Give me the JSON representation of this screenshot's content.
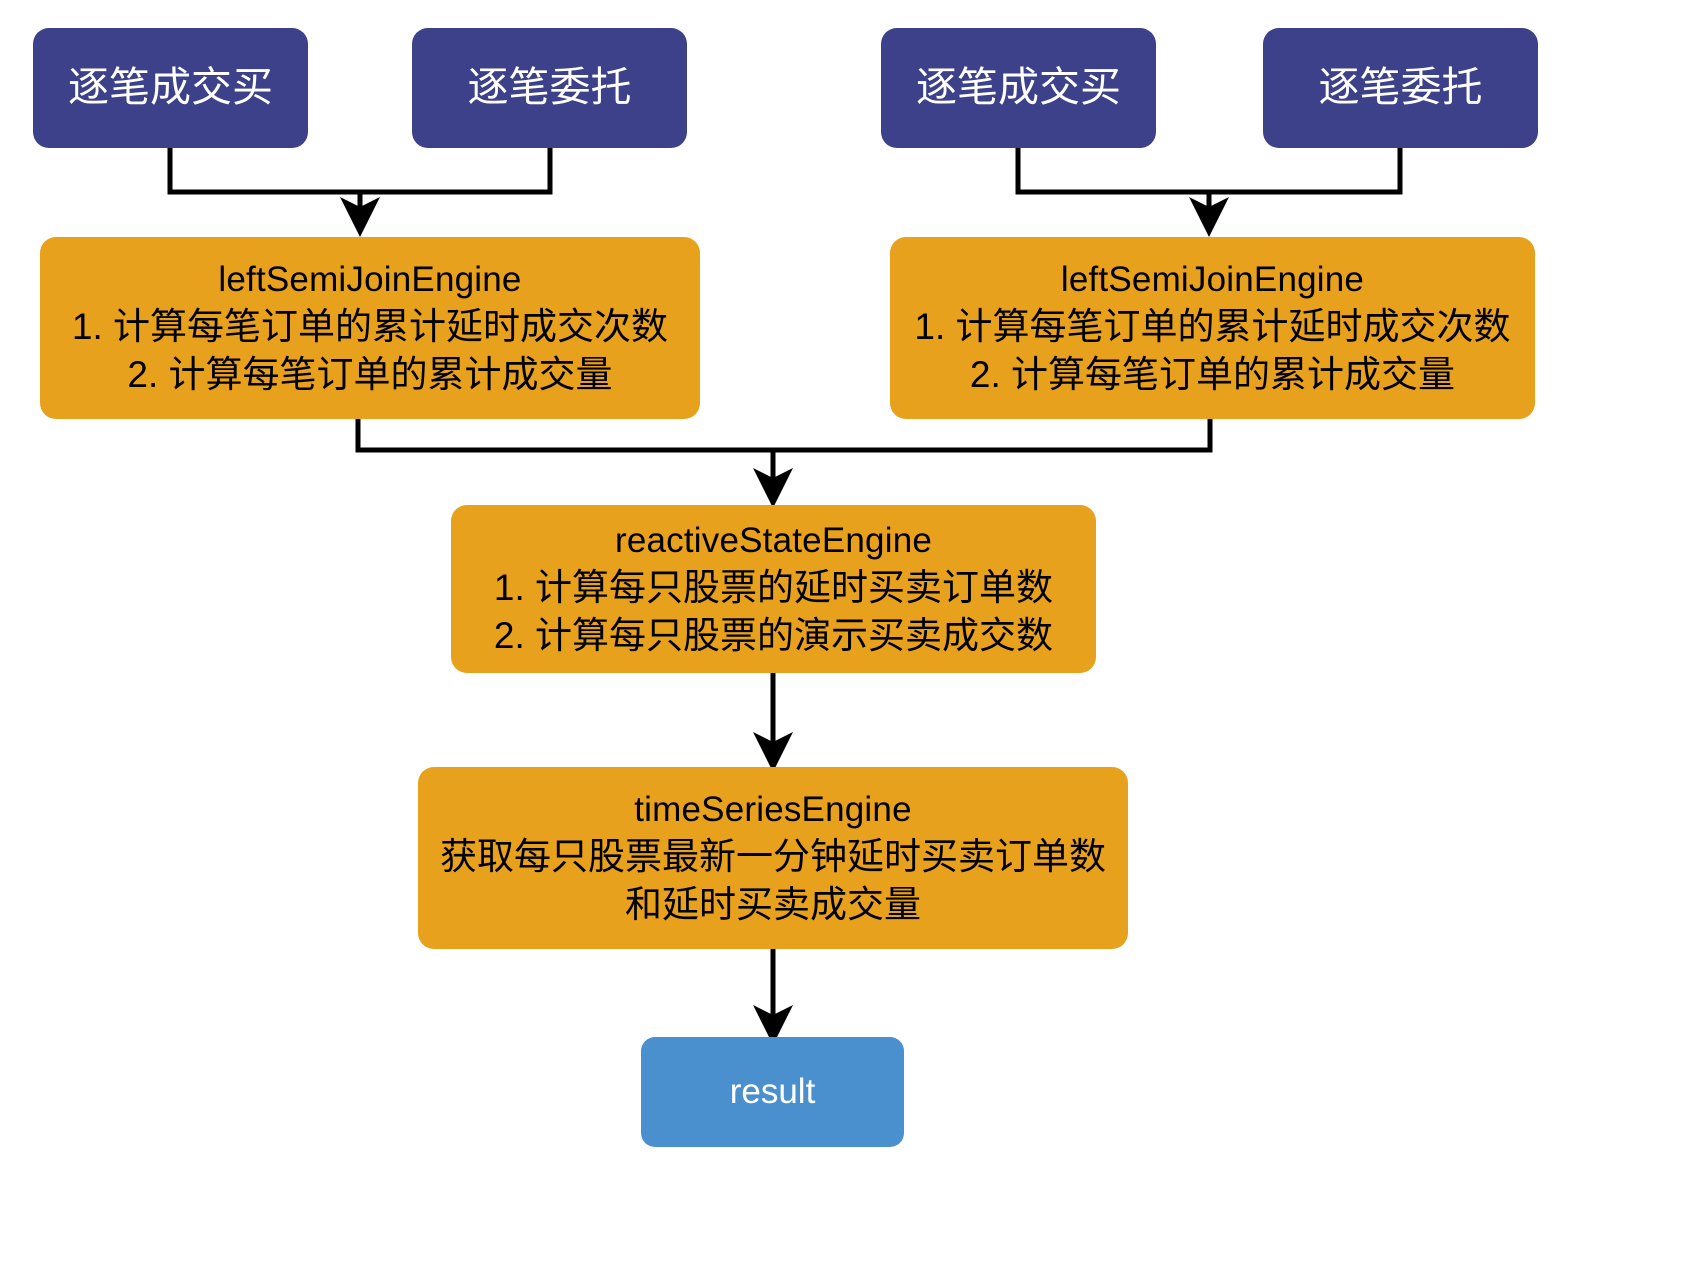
{
  "diagram": {
    "title": "",
    "background": "#ffffff",
    "colors": {
      "source_box": "#3C4189",
      "engine_box": "#E7A11C",
      "result_box": "#4A90CE",
      "edge": "#000000",
      "source_text": "#ffffff",
      "engine_text": "#000000",
      "result_text": "#ffffff"
    },
    "nodes": {
      "left_trade": {
        "label": "逐笔成交买"
      },
      "left_order": {
        "label": "逐笔委托"
      },
      "right_trade": {
        "label": "逐笔成交买"
      },
      "right_order": {
        "label": "逐笔委托"
      },
      "left_join": {
        "title": "leftSemiJoinEngine",
        "line1": "1. 计算每笔订单的累计延时成交次数",
        "line2": "2. 计算每笔订单的累计成交量"
      },
      "right_join": {
        "title": "leftSemiJoinEngine",
        "line1": "1. 计算每笔订单的累计延时成交次数",
        "line2": "2. 计算每笔订单的累计成交量"
      },
      "reactive_state": {
        "title": "reactiveStateEngine",
        "line1": "1. 计算每只股票的延时买卖订单数",
        "line2": "2. 计算每只股票的演示买卖成交数"
      },
      "time_series": {
        "title": "timeSeriesEngine",
        "line1": "获取每只股票最新一分钟延时买卖订单数",
        "line2": "和延时买卖成交量"
      },
      "result": {
        "label": "result"
      }
    }
  }
}
